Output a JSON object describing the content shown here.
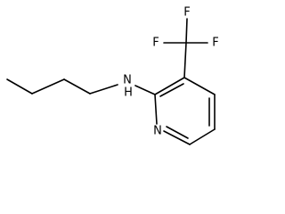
{
  "structure": {
    "atoms": {
      "amine_label": "N",
      "hydrogen_label": "H",
      "ring_nitrogen_label": "N",
      "fluorine_top_label": "F",
      "fluorine_left_label": "F",
      "fluorine_right_label": "F"
    }
  }
}
